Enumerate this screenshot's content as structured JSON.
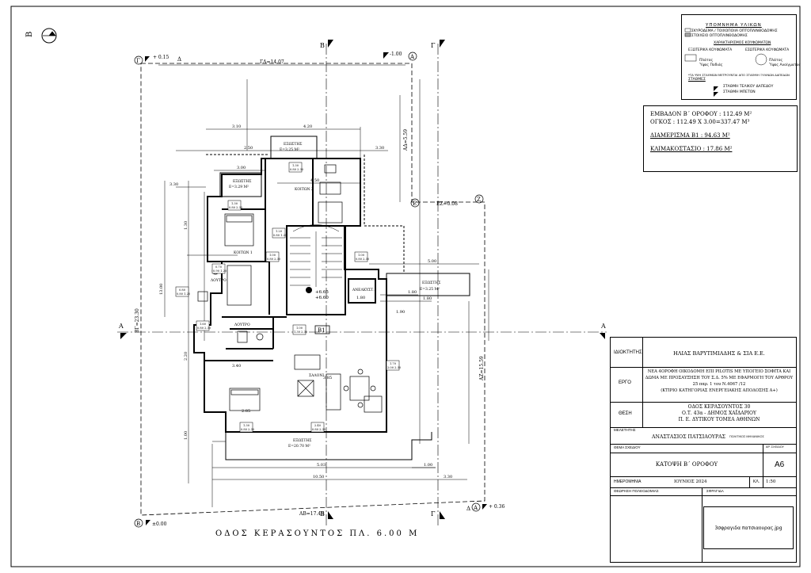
{
  "north_label": "B",
  "street": "ΟΔΟΣ ΚΕΡΑΣΟΥΝΤΟΣ ΠΛ. 6.00 Μ",
  "section_marks": {
    "b_top": "B",
    "g_top": "Γ",
    "b_bottom": "B",
    "g_bottom": "Γ",
    "a_left": "A",
    "a_right": "A",
    "e_mark": "E",
    "z_mark": "Z"
  },
  "corners": {
    "gamma": "Γ",
    "delta": "Δ",
    "gamma_level": "+ 0.15",
    "alpha_top": "A",
    "alpha_top_level": "-1.00",
    "beta_bottom": "B",
    "beta_bottom_level": "±0.00",
    "alpha_bottom": "A",
    "alpha_bottom_level": "+ 0.36",
    "delta_bottom": "Δ"
  },
  "edges": {
    "top": "ΓΔ=14.07",
    "right_upper": "ΑΔ=5.59",
    "left": "ΒΓ=23.30",
    "ez": "ΕΖ=0.08",
    "right_lower": "ΑΖ=15.59",
    "bottom": "ΑΒ=17.45"
  },
  "plan": {
    "dims": [
      "3.10",
      "4.20",
      "3.30",
      "2.50",
      "3.30",
      "3.00",
      "5.00",
      "1.80",
      "1.80",
      "13.00",
      "5.03",
      "10.50",
      "3.30",
      "1.00",
      "3.85",
      "2.85",
      "3.40",
      "4.50",
      "1.80",
      "1.90",
      "1.30",
      "1.00",
      "2.20"
    ],
    "rooms": {
      "balcony_top": "ΕΞΩΣΤΗΣ",
      "balcony_top_area": "Ε=3.25 Μ²",
      "balcony_left": "ΕΞΩΣΤΗΣ",
      "balcony_left_area": "Ε=3.29 Μ²",
      "bedroom2": "ΚΟΙΤΩΝ 2",
      "bedroom1": "ΚΟΙΤΩΝ 1",
      "bathroom": "ΛΟΥΤΡΟ",
      "wc": "ΛΟΥΤΡΟ",
      "living": "ΣΑΛΟΝΙ",
      "lift": "ΑΝΕΛΚΥΣΤ.",
      "balcony_right": "ΕΞΩΣΤΗΣ",
      "balcony_right_area": "Ε=3.25 Μ²",
      "balcony_bottom": "ΕΞΩΣΤΗΣ",
      "balcony_bottom_area": "Ε=20.70 Μ²",
      "apt": "Β1",
      "level1": "+6.65",
      "level2": "+6.60"
    },
    "window_tags": [
      "1.30",
      "0.80 2.30",
      "1.20",
      "0.80 1.20",
      "1.30",
      "0.80 2.30",
      "0.70",
      "0.90 1.20",
      "1.00",
      "0.80 2.30",
      "1.00",
      "0.80 2.30",
      "0.80",
      "0.80 1.20",
      "1.00",
      "1.30 2.30",
      "1.70",
      "2.00 2.30",
      "2.40",
      "0.80 2.30",
      "1.30",
      "0.80 2.30",
      "1.60",
      "0.80 2.30"
    ]
  },
  "legend": {
    "title": "ΥΠΟΜΝΗΜΑ ΥΛΙΚΩΝ",
    "l1": "ΣΚΥΡΟΔΕΜΑ / ΤΟΙΧΟΠΟΙΙΑ ΟΠΤΟΠΛΙΝΘΟΔΟΜΗΣ",
    "l2": "ΣΤΟΙΧΕΙΟ ΟΠΤΟΠΛΙΝΘΟΔΟΜΗΣ",
    "frames_title": "ΧΑΡΑΚΤΗΡΙΣΜΟΣ ΚΟΥΦΩΜΑΤΩΝ",
    "ext": "ΕΞΩΤΕΡΙΚΑ ΚΟΥΦΩΜΑΤΑ",
    "int": "ΕΣΩΤΕΡΙΚΑ ΚΟΥΦΩΜΑΤΑ",
    "w1": "Πλάτος",
    "w2": "Ύψος Ποδιάς",
    "w3": "Πλάτος",
    "w4": "Ύψος Ανοίγματος",
    "note": "*ΤΑ ΥΨΗ ΣΤΑΘΜΩΝ ΜΕΤΡΟΥΝΤΑΙ ΑΠΟ ΣΤΑΘΜΗ ΞΥΛΙΝΩΝ ΔΑΠΕΔΩΝ",
    "note2": "ΣΤΑΘΜΕΣ",
    "lvl1": "ΣΤΑΘΜΗ ΤΕΛΙΚΟΥ ΔΑΠΕΔΟΥ",
    "lvl2": "ΣΤΑΘΜΗ ΜΠΕΤΟΝ"
  },
  "areas": {
    "l1": "ΕΜΒΑΔΟΝ Β΄ ΟΡΟΦΟΥ : 112.49 Μ²",
    "l2": "ΟΓΚΟΣ : 112.49 Χ 3.00=337.47 Μ³",
    "l3": "ΔΙΑΜΕΡΙΣΜΑ Β1 : 94.63 Μ²",
    "l4": "ΚΛΙΜΑΚΟΣΤΑΣΙΟ : 17.86 Μ²"
  },
  "title_block": {
    "owner_label": "ΙΔΙΟΚΤΗΤΗΣ",
    "owner": "ΗΛΙΑΣ ΒΑΡΥΤΙΜΙΑΔΗΣ & ΣΙΑ Ε.Ε.",
    "project_label": "ΕΡΓΟ",
    "project_1": "ΝΕΑ 4ΟΡΟΦΗ ΟΙΚΟΔΟΜΗ ΕΠΙ PILOTIS ΜΕ ΥΠΟΓΕΙΟ ΣΟΦΙΤΑ ΚΑΙ",
    "project_2": "ΔΩΜΑ ΜΕ ΠΡΟΣΑΥΞΗΣΗ ΤΟΥ Σ.Δ. 5% ΜΕ ΕΦΑΡΜΟΓΗ ΤΟΥ ΑΡΘΡΟΥ",
    "project_3": "25 παρ. 1 του Ν.4067 /12",
    "project_4": "(ΚΤΙΡΙΟ ΚΑΤΗΓΟΡΙΑΣ ΕΝΕΡΓΕΙΑΚΗΣ ΑΠΟΔΟΣΗΣ Α+)",
    "site_label": "ΘΕΣΗ",
    "site_1": "ΟΔΟΣ ΚΕΡΑΣΟΥΝΤΟΣ 30",
    "site_2": "Ο.Τ. 43α - ΔΗΜΟΣ ΧΑΪΔΑΡΙΟΥ",
    "site_3": "Π. Ε. ΔΥΤΙΚΟΥ ΤΟΜΕΑ ΑΘΗΝΩΝ",
    "designer_label": "ΜΕΛΕΤΗΤΗΣ",
    "designer": "ΑΝΑΣΤΑΣΙΟΣ ΠΑΤΣΙΑΟΥΡΑΣ",
    "designer_title": "ΠΟΛΙΤΙΚΟΣ ΜΗΧΑΝΙΚΟΣ",
    "drawing_label": "ΘΕΜΑ ΣΧΕΔΙΟΥ",
    "drawing_no_label": "ΑΡ. ΣΧΕΔΙΟΥ",
    "drawing": "ΚΑΤΟΨΗ Β΄ ΟΡΟΦΟΥ",
    "drawing_no": "Α6",
    "date_label": "ΗΜΕΡΟΜΗΝΙΑ",
    "date": "ΙΟΥΝΙΟΣ 2024",
    "scale_label": "ΚΛ.",
    "scale": "1:50",
    "approval_label": "ΘΕΩΡΗΣΗ ΠΟΛΕΟΔΟΜΙΑΣ",
    "stamp_label": "ΣΦΡΑΓΙΔΑ",
    "stamp_file": "3σφραγιδα πατσιαουρας.jpg"
  }
}
